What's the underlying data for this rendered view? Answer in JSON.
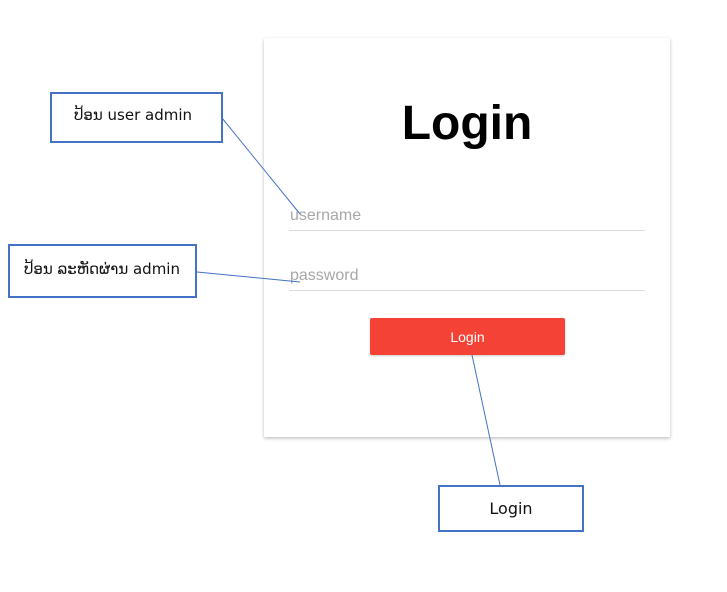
{
  "login_card": {
    "title": "Login",
    "username_placeholder": "username",
    "password_placeholder": "password",
    "button_label": "Login"
  },
  "callouts": {
    "username": "ປ້ອນ user admin",
    "password": "ປ້ອນ ລະຫັດຜ່ານ admin",
    "login": "Login"
  },
  "colors": {
    "button": "#f44336",
    "callout_border": "#4472c4"
  }
}
